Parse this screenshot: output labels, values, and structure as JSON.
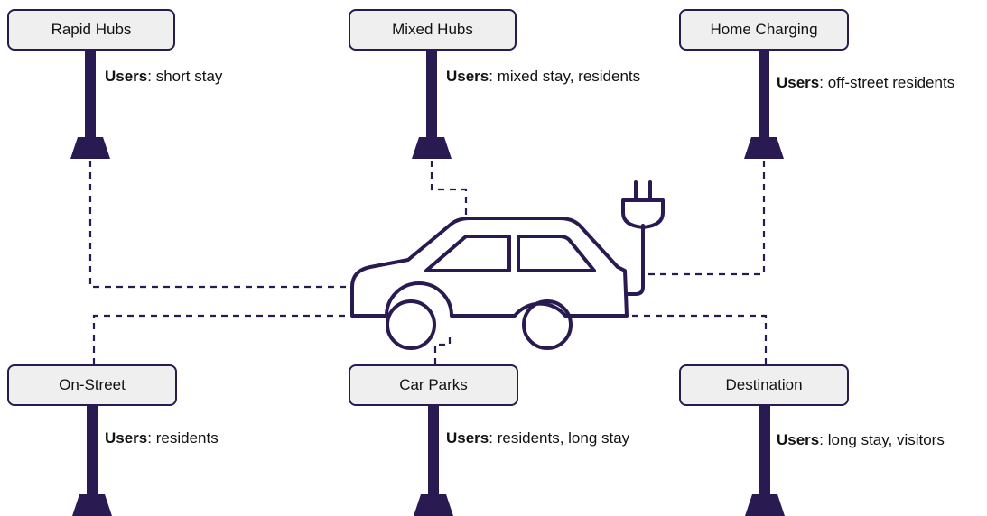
{
  "colors": {
    "primary": "#2a1a52",
    "sign_fill": "#efefef",
    "text": "#111111"
  },
  "users_label": "Users",
  "stations": {
    "rapid_hubs": {
      "title": "Rapid Hubs",
      "users": "short stay"
    },
    "mixed_hubs": {
      "title": "Mixed Hubs",
      "users": "mixed stay, residents"
    },
    "home_charging": {
      "title": "Home Charging",
      "users": "off-street residents"
    },
    "on_street": {
      "title": "On-Street",
      "users": "residents"
    },
    "car_parks": {
      "title": "Car Parks",
      "users": "residents, long stay"
    },
    "destination": {
      "title": "Destination",
      "users": "long stay, visitors"
    }
  },
  "center_icon": "electric-car-with-plug-icon"
}
